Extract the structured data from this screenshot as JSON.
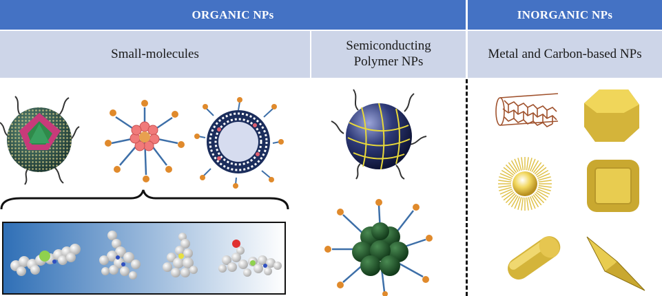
{
  "header": {
    "organic_label": "ORGANIC NPs",
    "inorganic_label": "INORGANIC NPs"
  },
  "subheader": {
    "small_molecules_label": "Small-molecules",
    "semiconducting_label_line1": "Semiconducting",
    "semiconducting_label_line2": "Polymer NPs",
    "metal_carbon_label": "Metal and Carbon-based NPs"
  },
  "colors": {
    "header_bg": "#4472c4",
    "subheader_bg": "#cdd5e8",
    "gold": "#d8b83a",
    "polymer_sphere": "#2e3a78",
    "polymer_cluster": "#1f5a2e",
    "ligand_orange": "#e08a2c",
    "nanotube": "#a0522d"
  },
  "icons": {
    "organic": [
      "micelle-core-shell-icon",
      "star-micelle-icon",
      "liposome-icon"
    ],
    "small_molecules": [
      "molecule-1-icon",
      "molecule-2-icon",
      "molecule-3-icon",
      "molecule-4-icon"
    ],
    "polymer": [
      "polymer-dot-sphere-icon",
      "polymer-cluster-icon"
    ],
    "inorganic": [
      "carbon-nanotube-icon",
      "gold-hexagon-icon",
      "gold-nanostar-icon",
      "gold-nanocube-icon",
      "gold-nanorod-icon",
      "gold-bipyramid-icon"
    ]
  }
}
